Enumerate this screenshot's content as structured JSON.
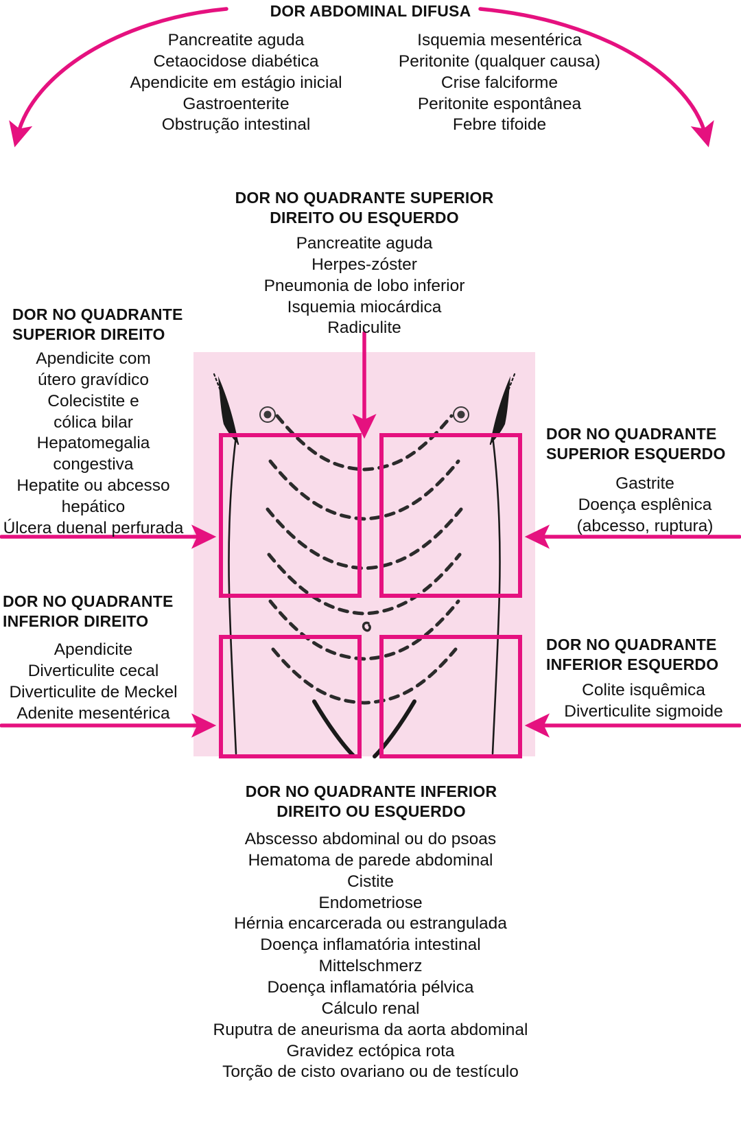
{
  "diagram": {
    "title": "DOR ABDOMINAL DIFUSA",
    "accent_color": "#e5117f",
    "panel_color": "#f9dcea",
    "text_color": "#111111"
  },
  "diffuse": {
    "heading": "DOR ABDOMINAL DIFUSA",
    "left_causes": [
      "Pancreatite aguda",
      "Cetaocidose diabética",
      "Apendicite em estágio inicial",
      "Gastroenterite",
      "Obstrução intestinal"
    ],
    "right_causes": [
      "Isquemia mesentérica",
      "Peritonite (qualquer causa)",
      "Crise falciforme",
      "Peritonite espontânea",
      "Febre tifoide"
    ]
  },
  "upper_either": {
    "heading_line1": "DOR NO QUADRANTE SUPERIOR",
    "heading_line2": "DIREITO OU ESQUERDO",
    "causes": [
      "Pancreatite aguda",
      "Herpes-zóster",
      "Pneumonia de lobo inferior",
      "Isquemia miocárdica",
      "Radiculite"
    ]
  },
  "upper_right": {
    "heading_line1": "DOR NO QUADRANTE",
    "heading_line2": "SUPERIOR DIREITO",
    "causes": [
      "Apendicite com",
      "útero gravídico",
      "Colecistite e",
      "cólica bilar",
      "Hepatomegalia",
      "congestiva",
      "Hepatite ou abcesso",
      "hepático",
      "Úlcera duenal perfurada"
    ]
  },
  "upper_left": {
    "heading_line1": "DOR NO QUADRANTE",
    "heading_line2": "SUPERIOR ESQUERDO",
    "causes": [
      "Gastrite",
      "Doença esplênica",
      "(abcesso, ruptura)"
    ]
  },
  "lower_right": {
    "heading_line1": "DOR NO QUADRANTE",
    "heading_line2": "INFERIOR DIREITO",
    "causes": [
      "Apendicite",
      "Diverticulite cecal",
      "Diverticulite de Meckel",
      "Adenite mesentérica"
    ]
  },
  "lower_left": {
    "heading_line1": "DOR NO QUADRANTE",
    "heading_line2": "INFERIOR ESQUERDO",
    "causes": [
      "Colite isquêmica",
      "Diverticulite sigmoide"
    ]
  },
  "lower_either": {
    "heading_line1": "DOR NO QUADRANTE INFERIOR",
    "heading_line2": "DIREITO OU ESQUERDO",
    "causes": [
      "Abscesso abdominal ou do psoas",
      "Hematoma de parede abdominal",
      "Cistite",
      "Endometriose",
      "Hérnia encarcerada ou estrangulada",
      "Doença inflamatória intestinal",
      "Mittelschmerz",
      "Doença inflamatória pélvica",
      "Cálculo renal",
      "Ruputra de aneurisma da aorta abdominal",
      "Gravidez ectópica rota",
      "Torção de cisto ovariano ou de testículo"
    ]
  }
}
